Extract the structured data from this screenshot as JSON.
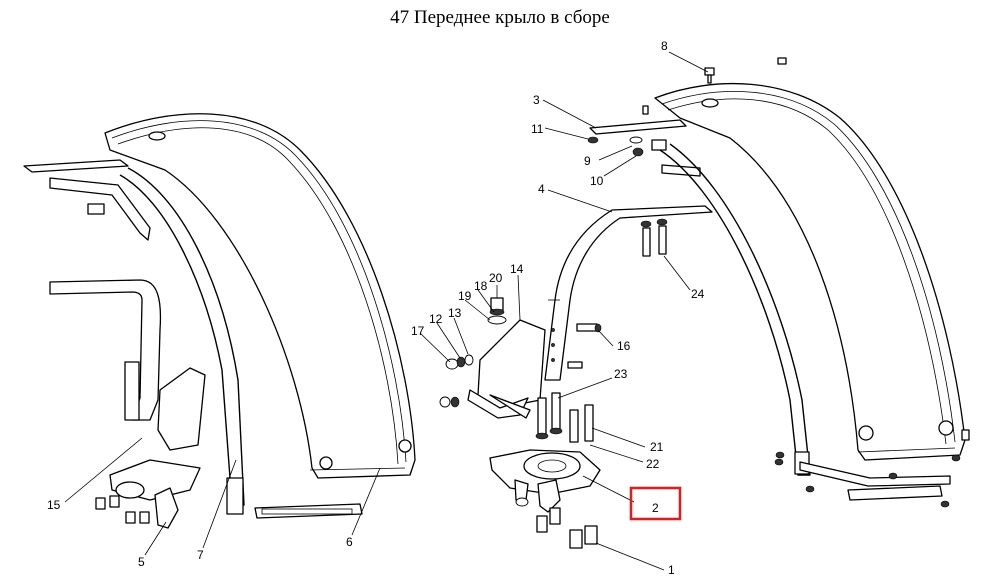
{
  "title": "47 Переднее крыло в сборе",
  "highlight_color": "#d92020",
  "callouts": [
    {
      "id": "1",
      "text": "1"
    },
    {
      "id": "2",
      "text": "2"
    },
    {
      "id": "3",
      "text": "3"
    },
    {
      "id": "4",
      "text": "4"
    },
    {
      "id": "5",
      "text": "5"
    },
    {
      "id": "6",
      "text": "6"
    },
    {
      "id": "7",
      "text": "7"
    },
    {
      "id": "8",
      "text": "8"
    },
    {
      "id": "9",
      "text": "9"
    },
    {
      "id": "10",
      "text": "10"
    },
    {
      "id": "11",
      "text": "11"
    },
    {
      "id": "12",
      "text": "12"
    },
    {
      "id": "13",
      "text": "13"
    },
    {
      "id": "14",
      "text": "14"
    },
    {
      "id": "15",
      "text": "15"
    },
    {
      "id": "16",
      "text": "16"
    },
    {
      "id": "17",
      "text": "17"
    },
    {
      "id": "18",
      "text": "18"
    },
    {
      "id": "19",
      "text": "19"
    },
    {
      "id": "20",
      "text": "20"
    },
    {
      "id": "21",
      "text": "21"
    },
    {
      "id": "22",
      "text": "22"
    },
    {
      "id": "23",
      "text": "23"
    },
    {
      "id": "24",
      "text": "24"
    }
  ],
  "highlighted_callout": "2"
}
